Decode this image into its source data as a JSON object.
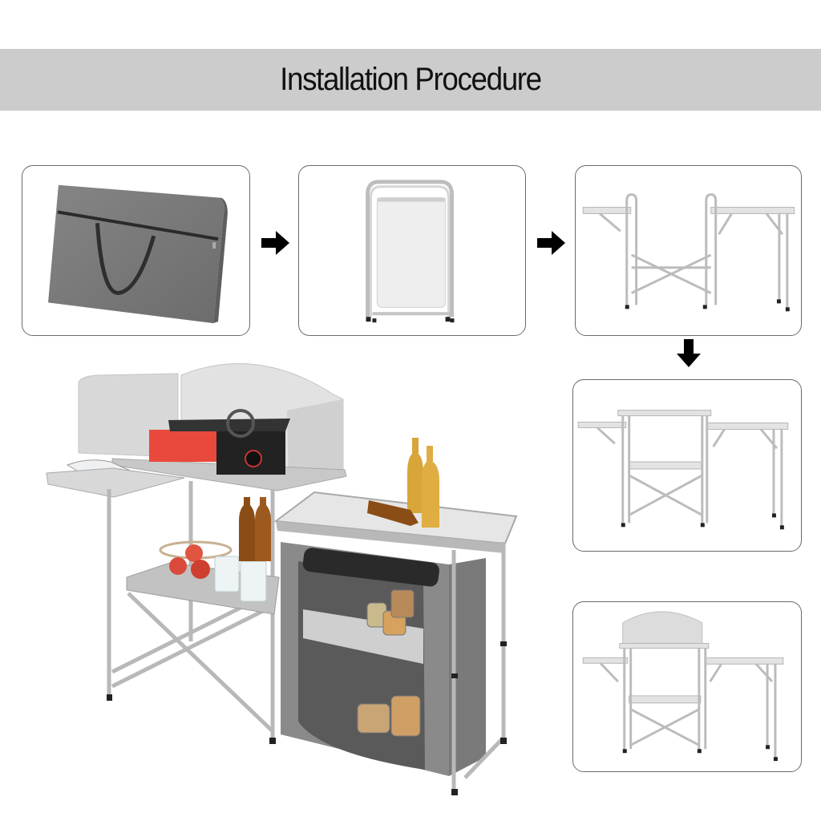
{
  "header": {
    "title": "Installation Procedure",
    "background_color": "#cccccc"
  },
  "steps": [
    {
      "index": 1,
      "depicts": "carry-bag",
      "description": "Folded kitchen in gray carry bag with zipper and handles"
    },
    {
      "index": 2,
      "depicts": "folded-table",
      "description": "Table removed from bag, folded flat"
    },
    {
      "index": 3,
      "depicts": "unfolded-frame",
      "description": "Frame opened with side table wings extended"
    },
    {
      "index": 4,
      "depicts": "upper-and-lower-shelf",
      "description": "Upper shelf and lower shelf installed"
    },
    {
      "index": 5,
      "depicts": "windscreen-attached",
      "description": "Windscreen attached to top shelf"
    }
  ],
  "arrows": [
    {
      "from": 1,
      "to": 2,
      "direction": "right"
    },
    {
      "from": 2,
      "to": 3,
      "direction": "right"
    },
    {
      "from": 3,
      "to": 4,
      "direction": "down"
    }
  ],
  "hero": {
    "depicts": "fully-assembled-camping-kitchen",
    "items": [
      "windscreen",
      "portable-gas-stove",
      "magazine",
      "fruit-basket",
      "beer-bottles",
      "glasses",
      "storage-cabinet",
      "spice-jars"
    ],
    "stove_color": "#e8493c",
    "cabinet_color": "#8a8a8a"
  }
}
